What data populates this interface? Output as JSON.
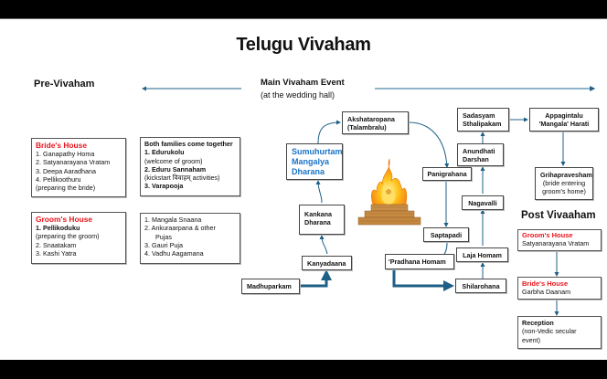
{
  "title": "Telugu Vivaham",
  "sections": {
    "pre": "Pre-Vivaham",
    "main": "Main Vivaham Event",
    "main_sub": "(at the wedding hall)",
    "post": "Post Vivaaham"
  },
  "pre_vivaham": {
    "brides_house": {
      "heading": "Bride's House",
      "items": [
        "1.   Ganapathy Homa",
        "2.   Satyanarayana Vratam",
        "3.   Deepa Aaradhana",
        "4.   Pellikoothuru"
      ],
      "note": "(preparing the bride)"
    },
    "grooms_house": {
      "heading": "Groom's House",
      "item1": "1.   Pellikoduku",
      "note": "(preparing the groom)",
      "item2": "2. Snaatakam",
      "item3": "3. Kashi Yatra"
    },
    "both_families": {
      "heading": "Both families come together",
      "item1": "1.   Edurukolu",
      "note1": "(welcome of groom)",
      "item2": "2.   Eduru Sannaham",
      "note2": "(kickstart विवाहम् activities)",
      "item3": "3. Varapooja"
    },
    "rituals": {
      "items": [
        "1.   Mangala Snaana",
        "2.   Ankuraarpana & other",
        "      Pujas",
        "3.   Gauri Puja",
        "4.   Vadhu Aagamana"
      ]
    }
  },
  "main_event": {
    "madhuparkam": "Madhuparkam",
    "kanyadaana": "Kanyadaana",
    "kankana_1": "Kankana",
    "kankana_2": "Dharana",
    "sumuhurtam_1": "Sumuhurtam",
    "sumuhurtam_2": "Mangalya",
    "sumuhurtam_3": "Dharana",
    "akshataropana_1": "Akshataropana",
    "akshataropana_2": "(Talambralu)",
    "panigrahana": "Panigrahana",
    "saptapadi": "Saptapadi",
    "pradhana_homam": "'Pradhana Homam",
    "shilarohana": "Shilarohana",
    "laja_homam": "Laja Homam",
    "nagavalli": "Nagavalli",
    "anundhati_1": "Anundhati",
    "anundhati_2": "Darshan",
    "sadasyam_1": "Sadasyam",
    "sadasyam_2": "Sthalipakam",
    "appagintalu_1": "Appagintalu",
    "appagintalu_2": "'Mangala' Harati",
    "grihapravesham_1": "Grihapravesham",
    "grihapravesham_2": "(bride entering",
    "grihapravesham_3": "groom's home)",
    "fire_image": "sacred-fire-homa-kundam"
  },
  "post_vivaham": {
    "grooms_house": {
      "heading": "Groom's House",
      "text": "Satyanarayana Vratam"
    },
    "brides_house": {
      "heading": "Bride's House",
      "text": "Garbha Daanam"
    },
    "reception": {
      "heading": "Reception",
      "line1": "(non-Vedic secular",
      "line2": "event)"
    }
  },
  "colors": {
    "accent_red": "#e8141b",
    "accent_blue": "#1a73c7",
    "arrow": "#1f5f86"
  }
}
